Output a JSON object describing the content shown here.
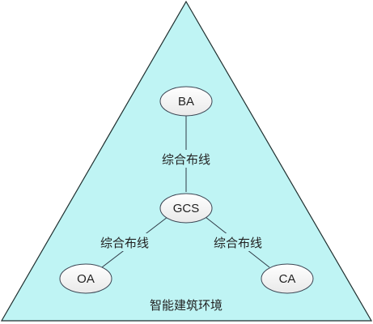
{
  "diagram": {
    "environment_label": "智能建筑环境",
    "nodes": {
      "ba": "BA",
      "gcs": "GCS",
      "oa": "OA",
      "ca": "CA"
    },
    "edges": {
      "ba_gcs": "综合布线",
      "gcs_oa": "综合布线",
      "gcs_ca": "综合布线"
    },
    "colors": {
      "triangle_fill": "#bff4f4",
      "triangle_stroke": "#1f2f2f",
      "node_fill": "#f5f5f5",
      "node_stroke": "#3a4452",
      "line": "#2f3a46"
    }
  }
}
